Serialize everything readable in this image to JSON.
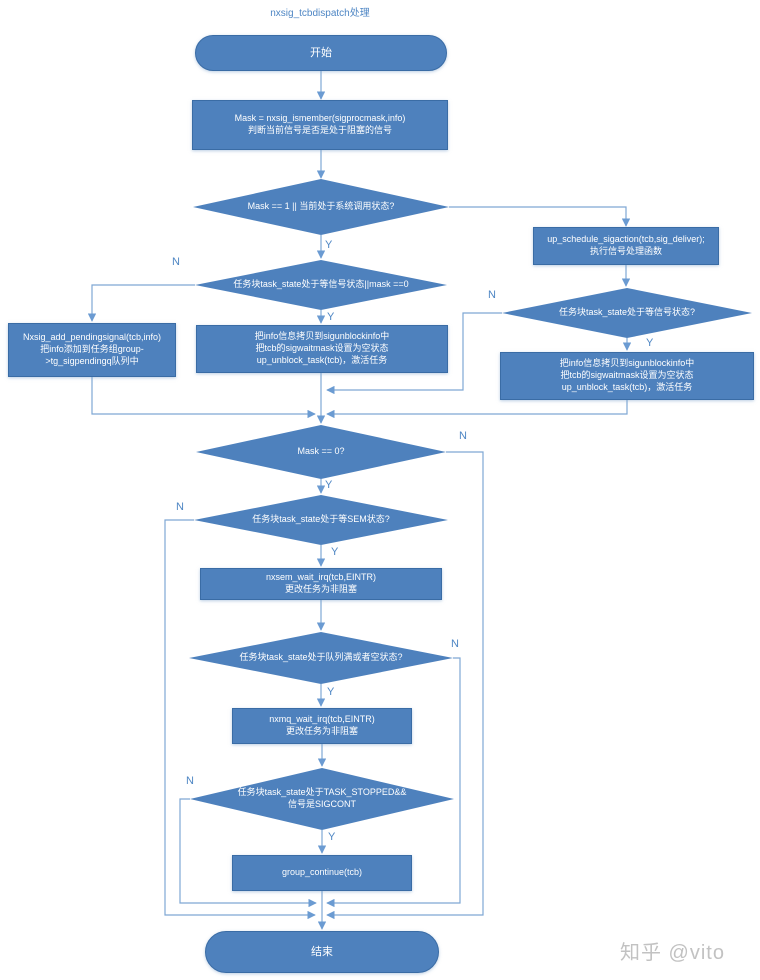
{
  "title": "nxsig_tcbdispatch处理",
  "watermark": "知乎 @vito",
  "colors": {
    "shape_fill": "#4e81bd",
    "shape_border": "#3a6ca5",
    "connector": "#7fa8d4",
    "edge_label": "#4e86c4",
    "watermark": "#c2c2c2"
  },
  "nodes": {
    "start": {
      "label": "开始"
    },
    "check_mask": {
      "line1": "Mask = nxsig_ismember(sigprocmask,info)",
      "line2": "判断当前信号是否是处于阻塞的信号"
    },
    "d_mask1": {
      "label": "Mask == 1 || 当前处于系统调用状态?"
    },
    "sigaction": {
      "line1": "up_schedule_sigaction(tcb,sig_deliver);",
      "line2": "执行信号处理函数"
    },
    "d_waitsig_mask": {
      "label": "任务块task_state处于等信号状态||mask ==0"
    },
    "add_pending": {
      "line1": "Nxsig_add_pendingsignal(tcb,info)",
      "line2": "把info添加到任务组group-",
      "line3": ">tg_sigpendingq队列中"
    },
    "unblock_center": {
      "line1": "把info信息拷贝到sigunblockinfo中",
      "line2": "把tcb的sigwaitmask设置为空状态",
      "line3": "up_unblock_task(tcb)，激活任务"
    },
    "d_waitsig": {
      "label": "任务块task_state处于等信号状态?"
    },
    "unblock_right": {
      "line1": "把info信息拷贝到sigunblockinfo中",
      "line2": "把tcb的sigwaitmask设置为空状态",
      "line3": "up_unblock_task(tcb)，激活任务"
    },
    "d_mask0": {
      "label": "Mask == 0?"
    },
    "d_sem": {
      "label": "任务块task_state处于等SEM状态?"
    },
    "sem_wait": {
      "line1": "nxsem_wait_irq(tcb,EINTR)",
      "line2": "更改任务为非阻塞"
    },
    "d_queue": {
      "label": "任务块task_state处于队列满或者空状态?"
    },
    "mq_wait": {
      "line1": "nxmq_wait_irq(tcb,EINTR)",
      "line2": "更改任务为非阻塞"
    },
    "d_stopped": {
      "line1": "任务块task_state处于TASK_STOPPED&&",
      "line2": "信号是SIGCONT"
    },
    "group_continue": {
      "label": "group_continue(tcb)"
    },
    "end": {
      "label": "结束"
    }
  },
  "edge_labels": {
    "d1_y": "Y",
    "d2_n": "N",
    "d2_y": "Y",
    "d3_n": "N",
    "d3_y": "Y",
    "d4_n": "N",
    "d4_y": "Y",
    "d5_n": "N",
    "d5_y": "Y",
    "d6_n": "N",
    "d6_y": "Y",
    "d7_n": "N",
    "d7_y": "Y"
  }
}
